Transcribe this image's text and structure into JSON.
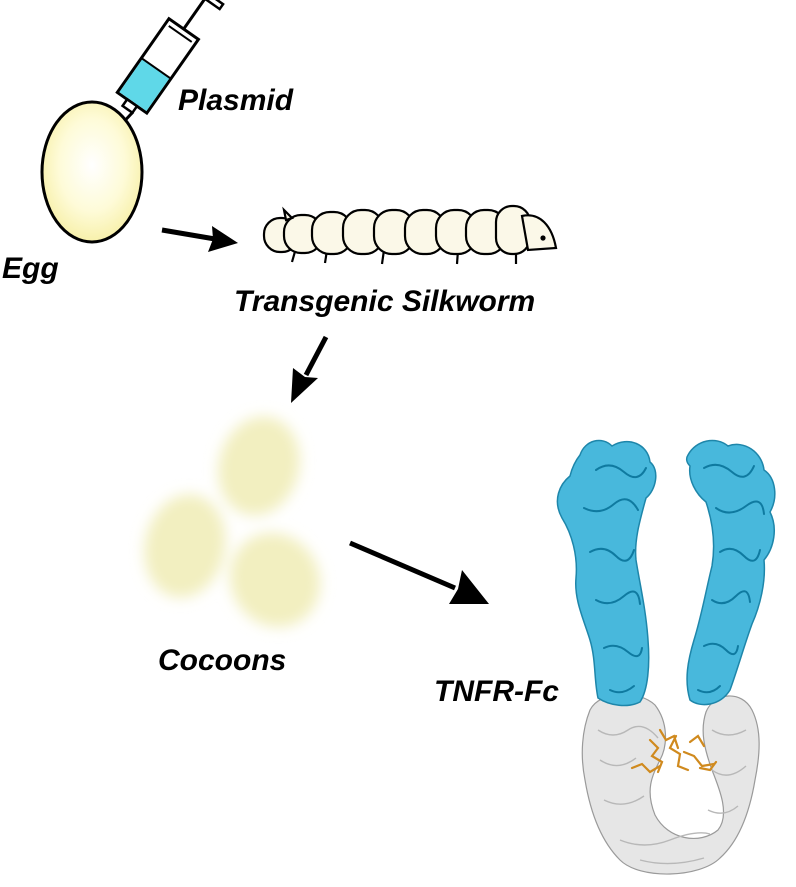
{
  "labels": {
    "plasmid": "Plasmid",
    "egg": "Egg",
    "silkworm": "Transgenic Silkworm",
    "cocoons": "Cocoons",
    "product": "TNFR-Fc"
  },
  "colors": {
    "egg_fill": "#fdf9c6",
    "syringe_liquid": "#5fd8e8",
    "silkworm_fill": "#fbf8e8",
    "cocoon_fill": "#f2efc0",
    "tnfr_domain": "#48b8dc",
    "fc_domain": "#e6e6e6",
    "glycan": "#d08a1e",
    "arrow": "#000000"
  },
  "icons": [
    "syringe-icon",
    "egg-icon",
    "silkworm-icon",
    "cocoon-icon",
    "protein-structure-icon"
  ]
}
